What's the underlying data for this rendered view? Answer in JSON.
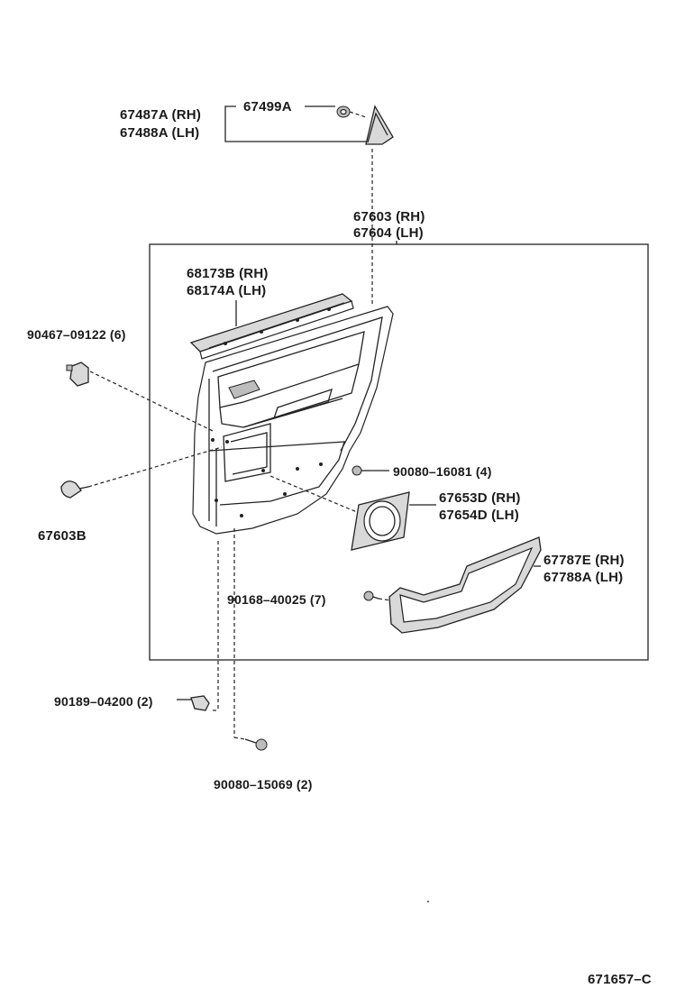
{
  "diagram": {
    "callouts": {
      "molding_top_rh": "67487A (RH)",
      "molding_top_lh": "67488A (LH)",
      "clip_67499": "67499A",
      "board_rh": "67603 (RH)",
      "board_lh": "67604 (LH)",
      "weatherstrip_rh": "68173B (RH)",
      "weatherstrip_lh": "68174A (LH)",
      "clip_90467": "90467–09122 (6)",
      "clip_67603b": "67603B",
      "screw_90080_16081": "90080–16081 (4)",
      "speaker_grille_rh": "67653D (RH)",
      "speaker_grille_lh": "67654D (LH)",
      "pocket_rh": "67787E (RH)",
      "pocket_lh": "67788A (LH)",
      "screw_90168": "90168–40025 (7)",
      "screw_90189": "90189–04200 (2)",
      "screw_90080_15069": "90080–15069 (2)"
    },
    "figure_code": "671657–C"
  }
}
